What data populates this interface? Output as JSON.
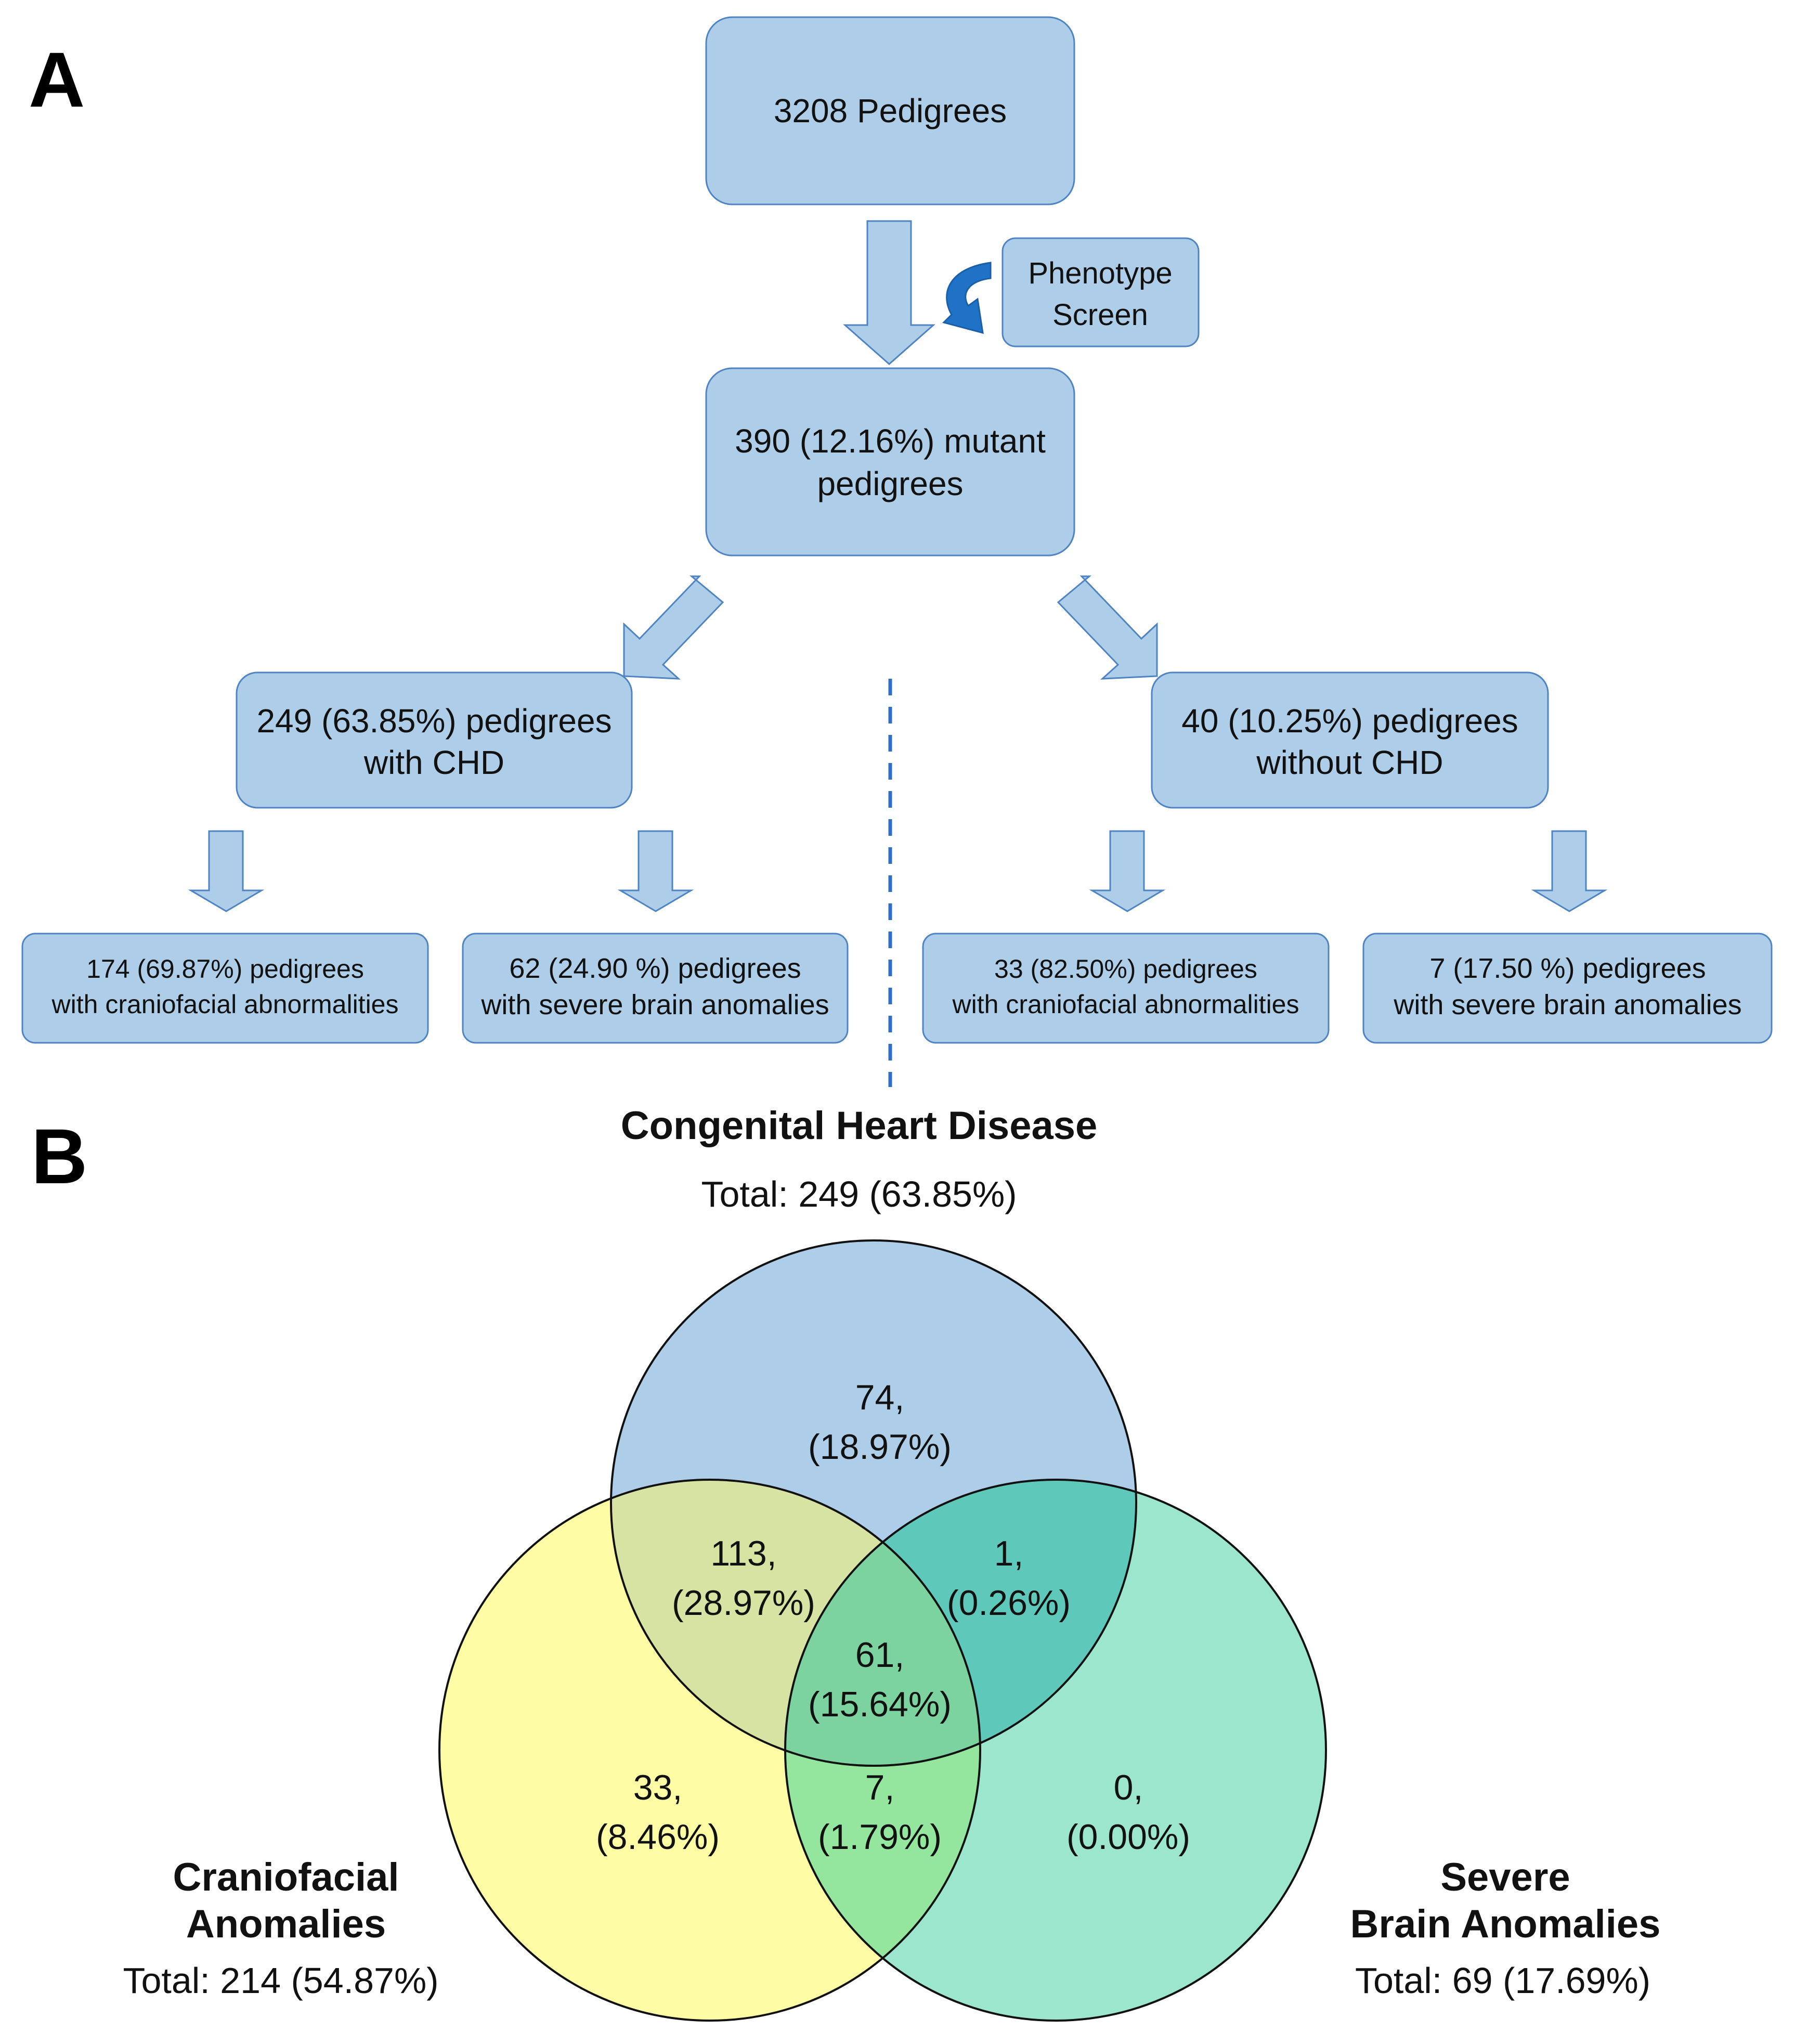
{
  "panel_a": {
    "label": "A",
    "top": "3208 Pedigrees",
    "screen": [
      "Phenotype",
      "Screen"
    ],
    "mutant": [
      "390 (12.16%)  mutant",
      "pedigrees"
    ],
    "with_chd": [
      "249 (63.85%) pedigrees",
      "with CHD"
    ],
    "without_chd": [
      "40 (10.25%) pedigrees",
      "without CHD"
    ],
    "leaf_1": [
      "174 (69.87%) pedigrees",
      "with craniofacial abnormalities"
    ],
    "leaf_2": [
      "62 (24.90 %)  pedigrees",
      "with severe brain anomalies"
    ],
    "leaf_3": [
      "33 (82.50%) pedigrees",
      "with craniofacial abnormalities"
    ],
    "leaf_4": [
      "7 (17.50 %)  pedigrees",
      "with severe brain anomalies"
    ]
  },
  "panel_b": {
    "label": "B",
    "chd": {
      "title": "Congenital Heart Disease",
      "total": "Total:  249 (63.85%)",
      "color": "#aecde8"
    },
    "cranio": {
      "title": [
        "Craniofacial",
        "Anomalies"
      ],
      "total": "Total:  214 (54.87%)",
      "color": "#fffca6"
    },
    "brain": {
      "title": [
        "Severe",
        "Brain Anomalies"
      ],
      "total": "Total:  69 (17.69%)",
      "color": "#9be6cc"
    },
    "regions": {
      "chd_only": [
        "74,",
        "(18.97%)"
      ],
      "chd_cranio": [
        "113,",
        "(28.97%)"
      ],
      "chd_brain": [
        "1,",
        "(0.26%)"
      ],
      "all_three": [
        "61,",
        "(15.64%)"
      ],
      "cranio_only": [
        "33,",
        "(8.46%)"
      ],
      "cranio_brain": [
        "7,",
        "(1.79%)"
      ],
      "brain_only": [
        "0,",
        "(0.00%)"
      ]
    }
  }
}
